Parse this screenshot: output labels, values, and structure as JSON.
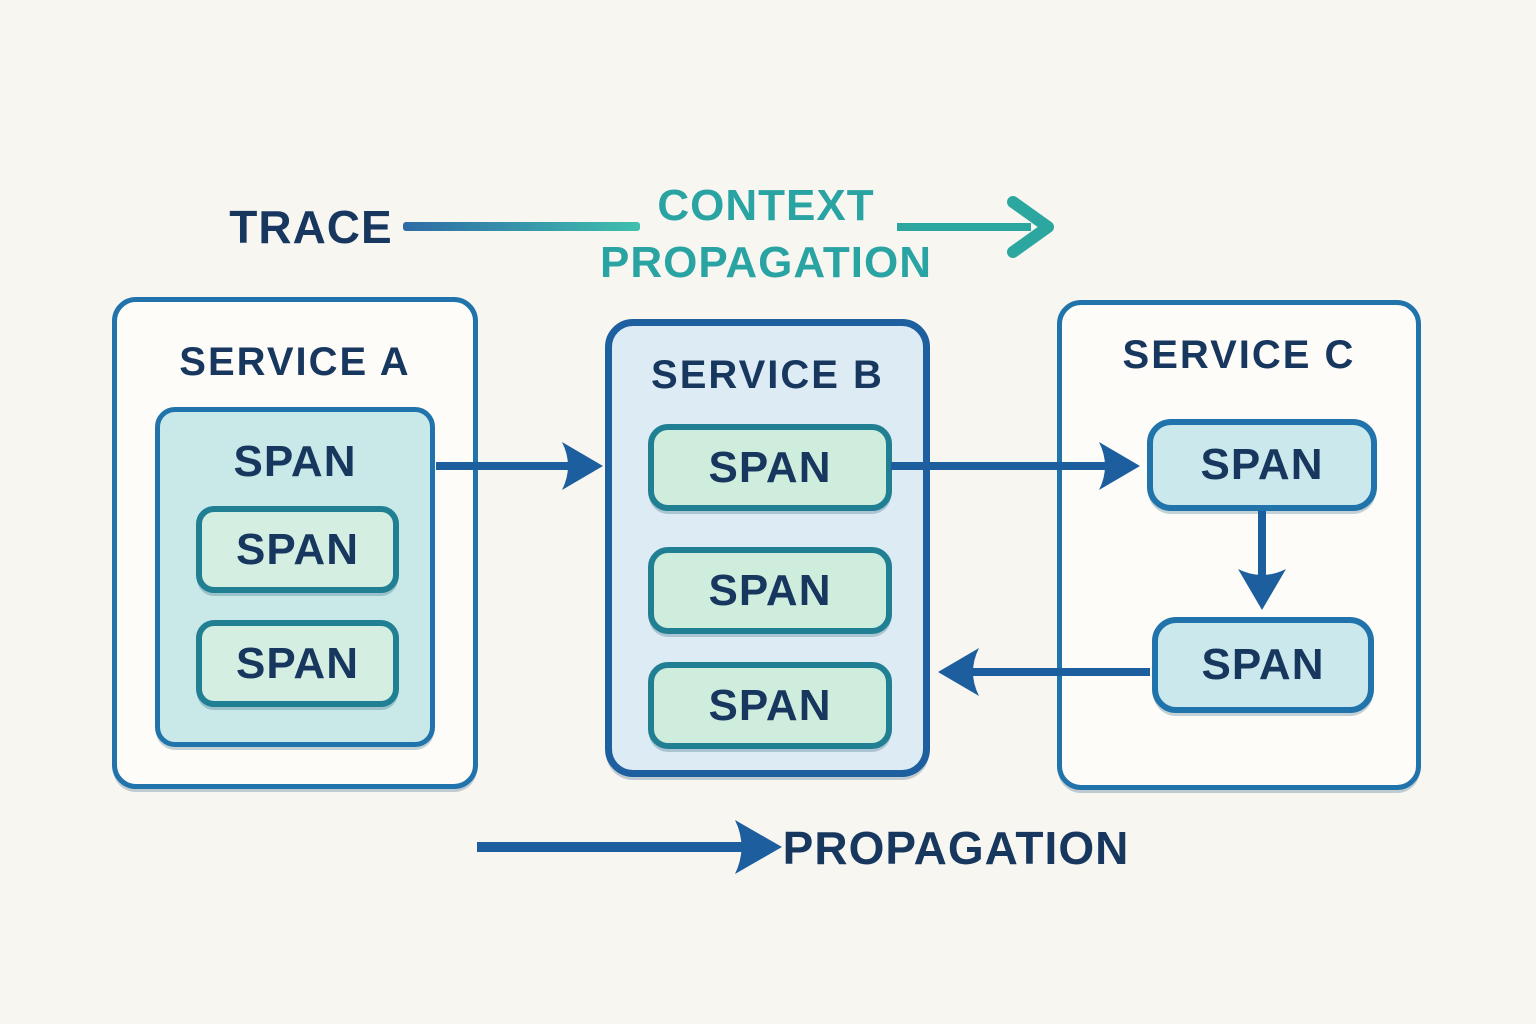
{
  "legend": {
    "trace": "TRACE",
    "context_line1": "CONTEXT",
    "context_line2": "PROPAGATION",
    "propagation": "PROPAGATION"
  },
  "services": [
    {
      "id": "service-a",
      "title": "SERVICE A",
      "parent_span": {
        "label": "SPAN",
        "children": [
          {
            "label": "SPAN"
          },
          {
            "label": "SPAN"
          }
        ]
      }
    },
    {
      "id": "service-b",
      "title": "SERVICE B",
      "spans": [
        {
          "label": "SPAN"
        },
        {
          "label": "SPAN"
        },
        {
          "label": "SPAN"
        }
      ]
    },
    {
      "id": "service-c",
      "title": "SERVICE C",
      "spans": [
        {
          "label": "SPAN"
        },
        {
          "label": "SPAN"
        }
      ]
    }
  ],
  "colors": {
    "background": "#f8f6f1",
    "navy_text": "#17375f",
    "teal_text": "#2aa3a3",
    "service_border_blue": "#2173ab",
    "service_b_border": "#1e5f9f",
    "span_border_teal": "#217f93",
    "span_fill_cyan": "#c9e9e9",
    "span_fill_mint": "#cfeddd",
    "service_b_fill": "#dcebf4",
    "arrow_blue": "#1d5f9e",
    "arrow_teal": "#2ba79f",
    "trace_gradient_start": "#2e6ba6",
    "trace_gradient_end": "#3fc0ad"
  }
}
